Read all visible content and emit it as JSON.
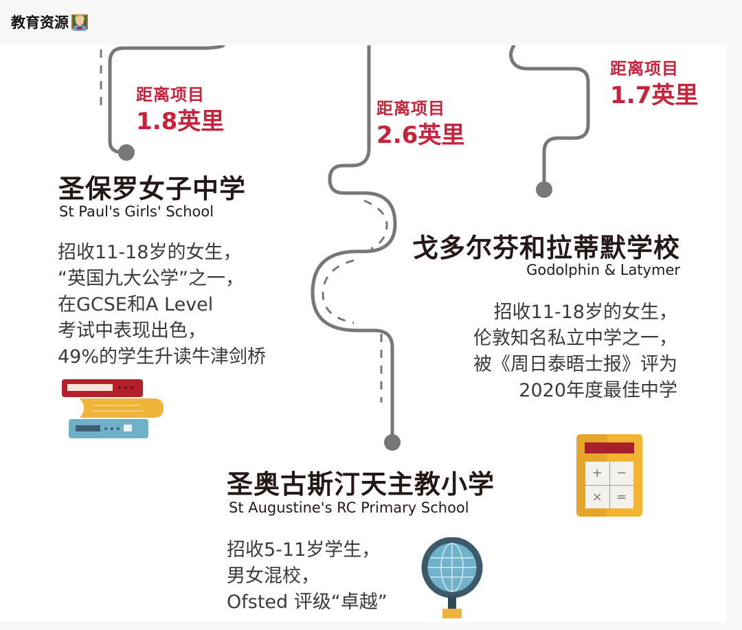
{
  "post": {
    "title": "教育资源",
    "emoji": "teacher-emoji"
  },
  "colors": {
    "accent_red": "#c8233a",
    "road_gray": "#777777",
    "text_dark": "#231815",
    "book_red": "#b3202c",
    "book_yellow": "#f0b43a",
    "book_blue": "#6eb0c8",
    "calc_yellow": "#f2b431",
    "magnifier_frame": "#3d5a6a"
  },
  "distances": [
    {
      "label": "距离项目",
      "value": "1.8英里"
    },
    {
      "label": "距离项目",
      "value": "2.6英里"
    },
    {
      "label": "距离项目",
      "value": "1.7英里"
    }
  ],
  "schools": [
    {
      "name_cn": "圣保罗女子中学",
      "name_en": "St Paul's Girls' School",
      "description": [
        "招收11-18岁的女生，",
        "“英国九大公学”之一，",
        "在GCSE和A Level",
        "考试中表现出色，",
        "49%的学生升读牛津剑桥"
      ],
      "icon": "books-icon"
    },
    {
      "name_cn": "戈多尔芬和拉蒂默学校",
      "name_en": "Godolphin & Latymer",
      "description": [
        "招收11-18岁的女生，",
        "伦敦知名私立中学之一，",
        "被《周日泰晤士报》评为",
        "2020年度最佳中学"
      ],
      "icon": "calculator-icon"
    },
    {
      "name_cn": "圣奥古斯汀天主教小学",
      "name_en": "St Augustine's RC Primary School",
      "description": [
        "招收5-11岁学生，",
        "男女混校，",
        "Ofsted 评级“卓越”"
      ],
      "icon": "magnifier-globe-icon"
    }
  ],
  "calculator": {
    "keys": [
      "+",
      "−",
      "×",
      "="
    ]
  }
}
